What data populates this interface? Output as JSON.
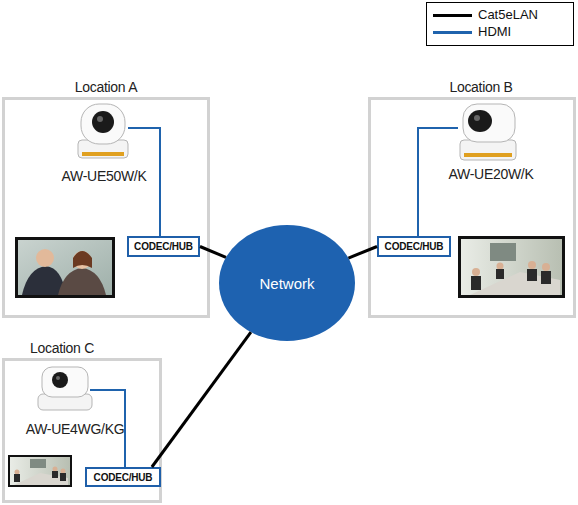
{
  "diagram": {
    "nodes": [
      {
        "text": [
          "Location A",
          "AW-UE50W/K"
        ]
      },
      {
        "text": [
          "CODEC/HUB"
        ],
        "in": 0
      },
      {
        "text": [
          "Location B",
          "AW-UE20W/K"
        ]
      },
      {
        "text": [
          "CODEC/HUB"
        ],
        "in": 2
      },
      {
        "text": [
          "Network"
        ]
      },
      {
        "text": [
          "Location C",
          "AW-UE4WG/KG"
        ]
      },
      {
        "text": [
          "CODEC/HUB"
        ],
        "in": 5
      }
    ],
    "edges": [
      {
        "from": 1,
        "to": 4,
        "arrow": "none"
      },
      {
        "from": 3,
        "to": 4,
        "arrow": "none"
      },
      {
        "from": 6,
        "to": 4,
        "arrow": "none"
      }
    ],
    "legend": [
      {
        "text": "Cat5eLAN"
      },
      {
        "text": "HDMI"
      }
    ]
  }
}
